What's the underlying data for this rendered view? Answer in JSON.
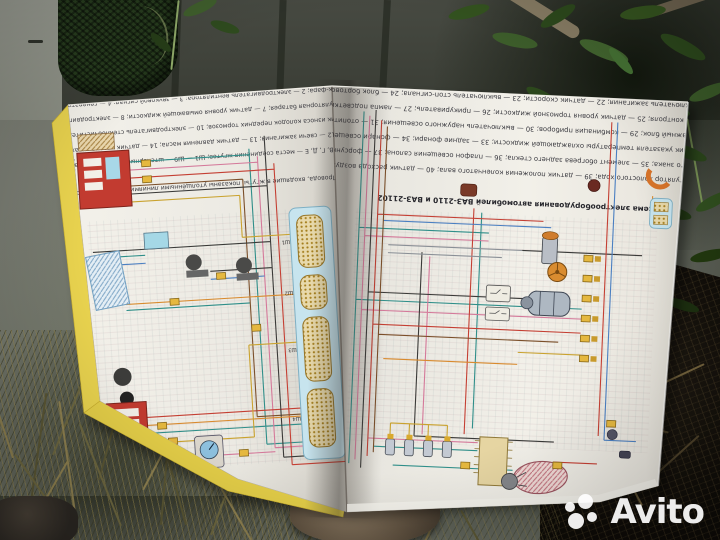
{
  "watermark": {
    "label": "Avito"
  },
  "right_page": {
    "title": "Схема электрооборудования автомобилей ВАЗ-2110 и ВАЗ-21102",
    "legend_lines": [
      "21 — выключатель зажигания; 22 — датчик скорости; 23 — выключатель стоп-сигнала; 24 — блок бортовой",
      "системы контроля; 25 — датчик уровня тормозной жидкости; 26 — прикуриватель; 27 — лампа подсветки;",
      "28 — монтажный блок; 29 — комбинация приборов; 30 — выключатель наружного освещения; 31 — отопитель;",
      "32 — датчик указателя температуры охлаждающей жидкости; 33 — задние фонари; 34 — фонари освещения",
      "номерного знака; 35 — элемент обогрева заднего стекла; 36 — плафон освещения салона; 37 — форсунки;",
      "38 — регулятор холостого хода; 39 — датчик положения коленчатого вала; 40 — датчик расхода воздуха"
    ]
  },
  "left_page": {
    "note_label": "Примечание.",
    "note_text": "Провода, входящие в жгуты, показаны утолщёнными линиями; номера выводов указаны на колодках.",
    "legend_lines": [
      "1 — блок-фара; 2 — электродвигатель вентилятора; 3 — звуковой сигнал; 4 — генератор; 5 — стартер;",
      "6 — аккумуляторная батарея; 7 — датчик уровня омывающей жидкости; 8 — электродвигатель омывателя;",
      "9 — датчик износа колодок передних тормозов; 10 — электродвигатель стеклоочистителя; 11 — катушка",
      "зажигания; 12 — свечи зажигания; 13 — датчик давления масла; 14 — датчик уровня охлаждающей жидкости;",
      "А, Б, В, Г, Д, Е — места соединения жгутов; Ш1 — Ш9 — штекерные разъёмы монтажного блока"
    ],
    "connector_labels": [
      "Ш1",
      "Ш2",
      "Ш3",
      "Ш4"
    ]
  },
  "palette": {
    "page": "#f2f0e9",
    "page_edge_yellow": "#e8d24e",
    "wire_teal": "#2f8e89",
    "wire_pink": "#d4799a",
    "wire_red": "#c43f33",
    "wire_brown": "#7b4f2a",
    "wire_black": "#3a3a38",
    "wire_orange": "#d88a2e",
    "wire_yellow": "#c9a22e",
    "wire_blue": "#4a7fc1",
    "connector_yellow": "#e5b83f",
    "fuse_box_red": "#c23b30",
    "panel_cyan": "#c7e4ee",
    "foliage_green": "#35541f",
    "pavement_gray": "#6b6f64",
    "soil_dark": "#171310"
  },
  "schematic": {
    "components": [
      "fuse-relay-box",
      "radiator",
      "fan-motor",
      "wiper-motor",
      "horn",
      "instrument-gauge",
      "connector-panel",
      "connector-block",
      "ignition-coil",
      "distributor",
      "relay",
      "starter-motor",
      "generator",
      "ecu-connector",
      "injector",
      "sensor-plug"
    ],
    "wire_colors": [
      "teal",
      "pink",
      "red",
      "brown",
      "black",
      "orange",
      "yellow",
      "blue"
    ]
  }
}
